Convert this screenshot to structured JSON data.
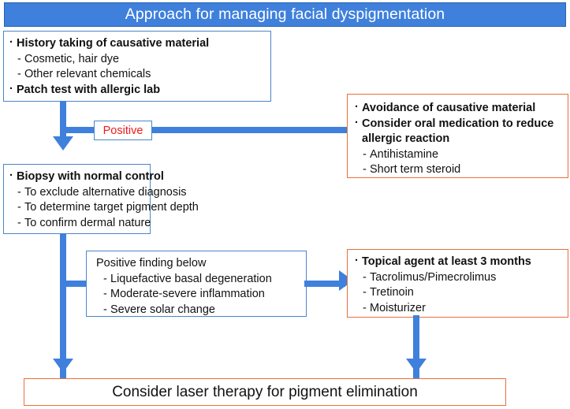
{
  "title": {
    "text": "Approach for managing facial dyspigmentation",
    "bg_color": "#3f80dc",
    "text_color": "#ffffff"
  },
  "colors": {
    "connector_blue": "#3f80dc",
    "box_border_blue": "#4a86c8",
    "box_border_orange": "#e8703a",
    "highlight_red": "#ee1c1c",
    "text_black": "#111111"
  },
  "boxes": {
    "history": {
      "border_color": "#4a86c8",
      "items": [
        {
          "level": 1,
          "text": "History taking of causative material"
        },
        {
          "level": 2,
          "text": "Cosmetic, hair dye"
        },
        {
          "level": 2,
          "text": "Other relevant chemicals"
        },
        {
          "level": 1,
          "text": "Patch test with allergic lab"
        }
      ]
    },
    "avoidance": {
      "border_color": "#e8703a",
      "items": [
        {
          "level": 1,
          "text": "Avoidance of causative material"
        },
        {
          "level": 1,
          "text": "Consider oral medication to reduce",
          "continuation": "allergic reaction"
        },
        {
          "level": 2,
          "text": "Antihistamine"
        },
        {
          "level": 2,
          "text": "Short term steroid"
        }
      ]
    },
    "biopsy": {
      "border_color": "#4a86c8",
      "items": [
        {
          "level": 1,
          "text": "Biopsy with normal control"
        },
        {
          "level": 2,
          "text": "To exclude alternative diagnosis"
        },
        {
          "level": 2,
          "text": "To determine target pigment depth"
        },
        {
          "level": 2,
          "text": "To confirm dermal nature"
        }
      ]
    },
    "positive_finding": {
      "border_color": "#4a86c8",
      "header": "Positive finding below",
      "header_color": "#ee1c1c",
      "items": [
        {
          "level": 2,
          "text": "Liquefactive basal degeneration"
        },
        {
          "level": 2,
          "text": "Moderate-severe inflammation"
        },
        {
          "level": 2,
          "text": "Severe solar change"
        }
      ]
    },
    "topical": {
      "border_color": "#e8703a",
      "items": [
        {
          "level": 1,
          "text": "Topical agent at least 3 months"
        },
        {
          "level": 2,
          "text": "Tacrolimus/Pimecrolimus"
        },
        {
          "level": 2,
          "text": "Tretinoin"
        },
        {
          "level": 2,
          "text": "Moisturizer"
        }
      ]
    },
    "laser": {
      "border_color": "#e8703a",
      "text": "Consider laser therapy for pigment elimination"
    }
  },
  "labels": {
    "positive_chip": "Positive"
  }
}
